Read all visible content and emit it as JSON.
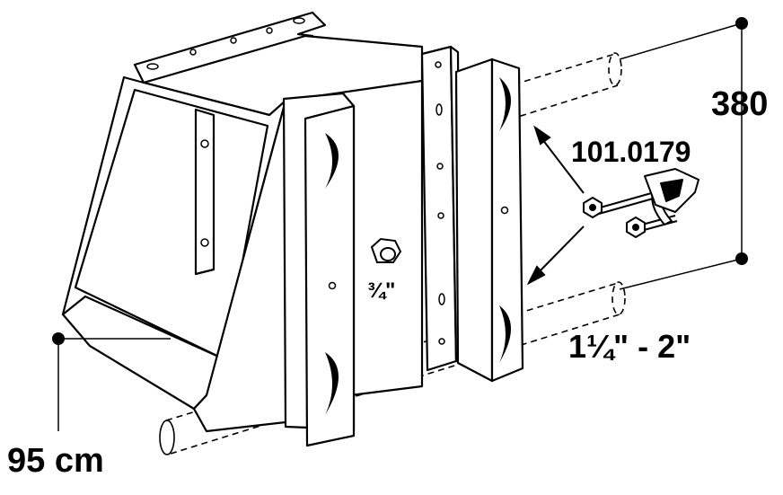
{
  "labels": {
    "height_dimension": "380",
    "part_number": "101.0179",
    "bolt_size": "¾\"",
    "pipe_range": "1¼\" - 2\"",
    "width_dimension": "95 cm"
  },
  "colors": {
    "line": "#000000",
    "background": "#ffffff"
  },
  "icons": {
    "clamp": "u-bolt-clamp-icon",
    "nut": "hex-nut-icon"
  }
}
